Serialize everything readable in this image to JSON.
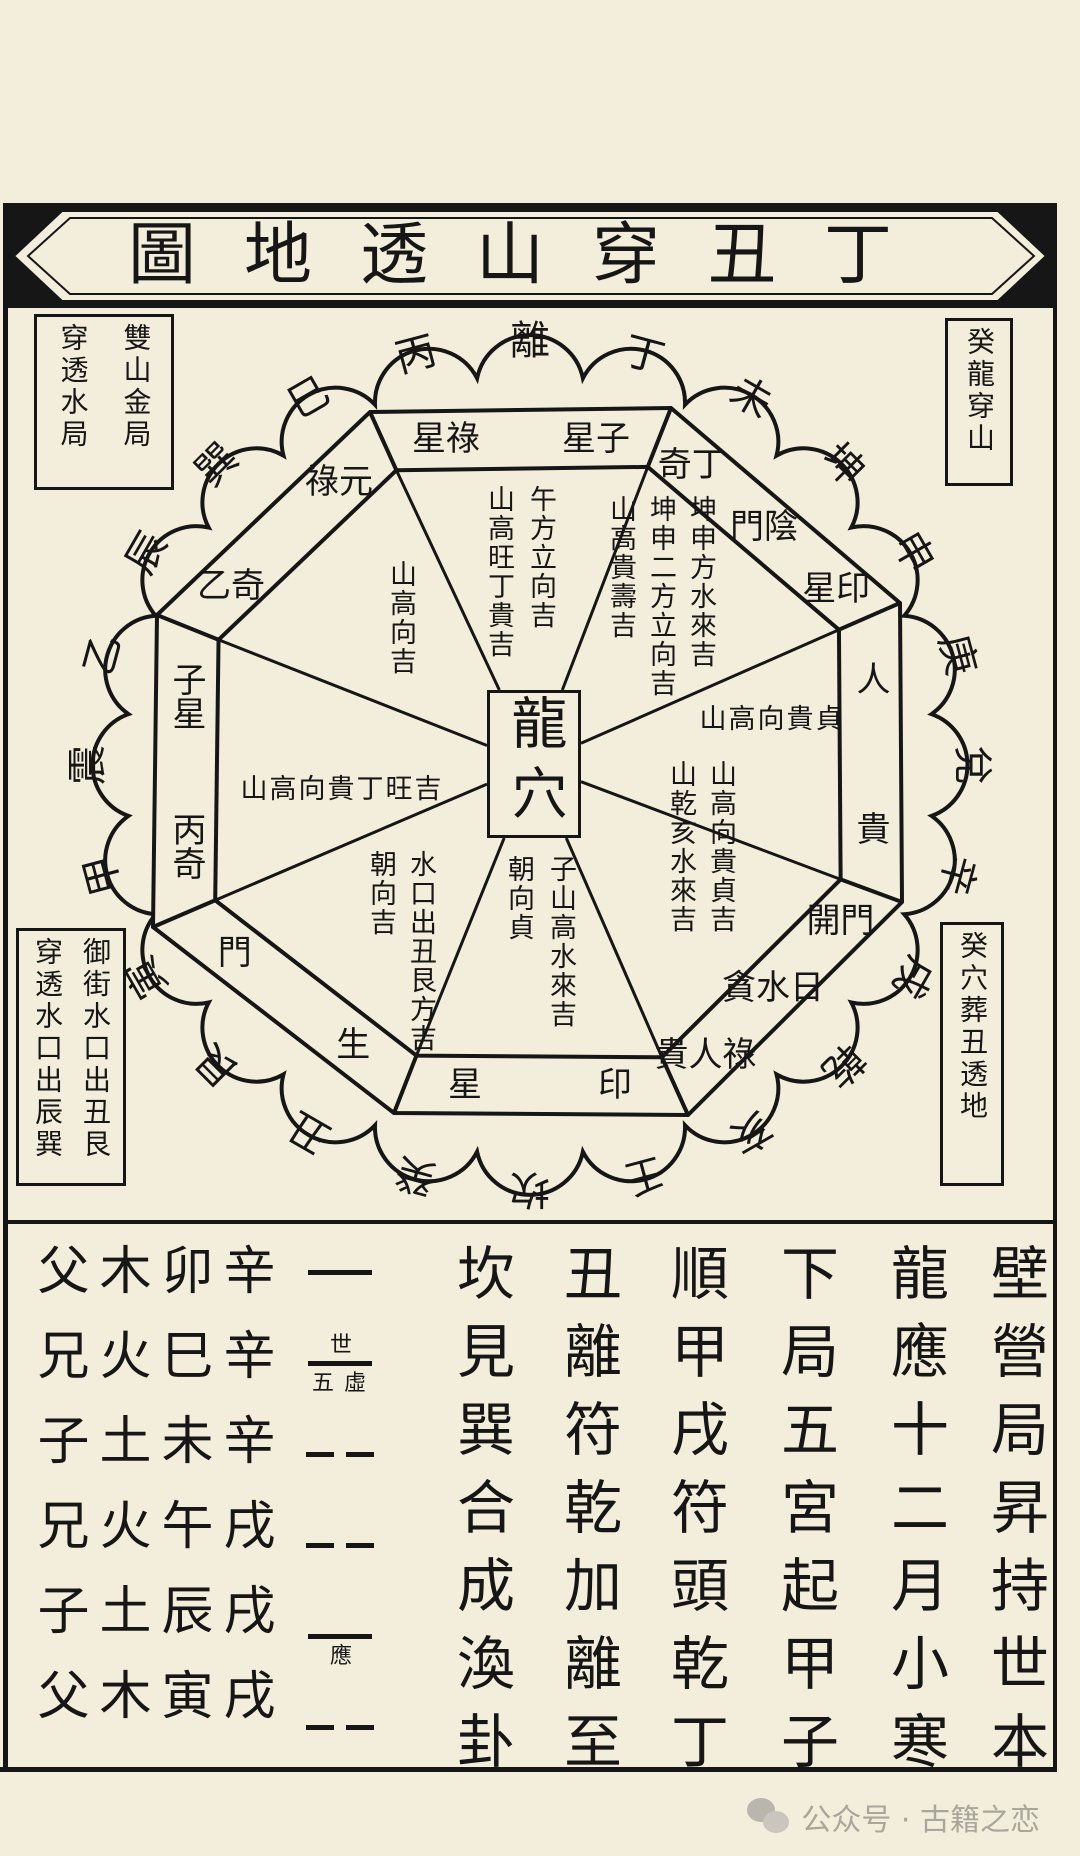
{
  "title": "丁丑穿山透地圖",
  "corner_boxes": {
    "top_left": [
      "雙山金局",
      "穿透水局"
    ],
    "top_right": [
      "癸龍穿山"
    ],
    "bottom_left": [
      "御街水口出丑艮",
      "穿透水口出辰巽"
    ],
    "bottom_right": [
      "癸穴葬丑透地"
    ]
  },
  "center": "龍穴",
  "mountains": [
    "離",
    "丁",
    "未",
    "坤",
    "申",
    "庚",
    "兌",
    "辛",
    "戌",
    "乾",
    "亥",
    "壬",
    "坎",
    "癸",
    "丑",
    "艮",
    "寅",
    "甲",
    "震",
    "乙",
    "辰",
    "巽",
    "巳",
    "丙"
  ],
  "sides": [
    {
      "band": [
        "星祿",
        "星子"
      ],
      "wedge": [
        "午方立向吉",
        "山高旺丁貴吉"
      ]
    },
    {
      "band": [
        "奇丁",
        "門陰",
        "星印"
      ],
      "wedge": [
        "坤申方水來吉",
        "坤申二方立向吉",
        "山高貴壽吉"
      ]
    },
    {
      "band": [
        "人",
        "貴"
      ],
      "wedge": [
        "山高向貴貞"
      ]
    },
    {
      "band": [
        "開門",
        "貪水日",
        "貴人祿"
      ],
      "wedge": [
        "山高向貴貞吉",
        "山乾亥水來吉"
      ]
    },
    {
      "band": [
        "印",
        "星"
      ],
      "wedge": [
        "子山高水來吉",
        "朝向貞"
      ]
    },
    {
      "band": [
        "生",
        "門"
      ],
      "wedge": [
        "水口出丑艮方吉",
        "朝向吉"
      ]
    },
    {
      "band": [
        "丙奇",
        "子星"
      ],
      "wedge": [
        "山高向貴丁旺吉"
      ]
    },
    {
      "band": [
        "乙奇",
        "祿元"
      ],
      "wedge": [
        "山高向吉"
      ]
    }
  ],
  "text_columns": [
    "壁營局昇持世本",
    "龍應十二月小寒",
    "下局五宮起甲子",
    "順甲戌符頭乾丁",
    "丑離符乾加離至",
    "坎見巽合成渙卦"
  ],
  "yao": [
    {
      "type": "solid",
      "notes": []
    },
    {
      "type": "solid",
      "notes": [
        "世",
        "五",
        "虛"
      ]
    },
    {
      "type": "broken",
      "notes": []
    },
    {
      "type": "broken",
      "notes": []
    },
    {
      "type": "solid",
      "notes": [
        "應"
      ]
    },
    {
      "type": "broken",
      "notes": []
    }
  ],
  "table_columns": [
    "辛辛辛戌戌戌",
    "卯巳未午辰寅",
    "木火土火土木",
    "父兄子兄子父"
  ],
  "watermark": "公众号 · 古籍之恋",
  "colors": {
    "paper": "#f3eedb",
    "ink": "#161616",
    "watermark": "#a9a79d"
  }
}
